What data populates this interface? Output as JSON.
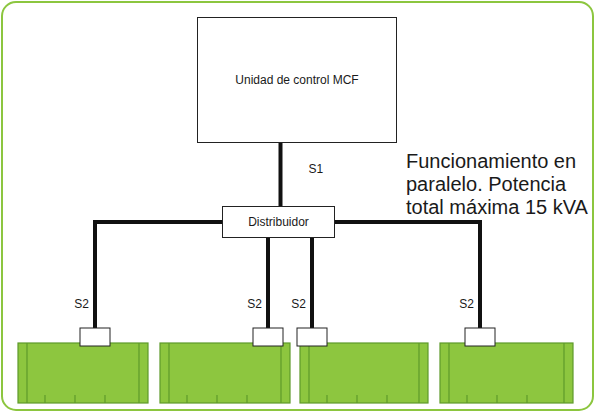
{
  "diagram": {
    "nodes": [
      {
        "text": [
          "Unidad de control MCF"
        ]
      },
      {
        "text": [
          "Distribuidor"
        ]
      }
    ],
    "edges": [
      {
        "from": 0,
        "to": 1,
        "arrow": "none",
        "label": "S1"
      }
    ],
    "labels": [
      "Funcionamiento en paralelo. Potencia total máxima 15 kVA",
      "S2",
      "S2",
      "S2",
      "S2"
    ]
  }
}
